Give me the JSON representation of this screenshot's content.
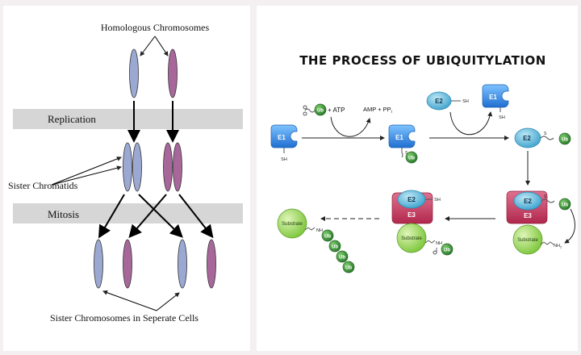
{
  "meiosis": {
    "title": "Homologous Chromosomes",
    "replication_label": "Replication",
    "sister_chromatids_label": "Sister Chromatids",
    "mitosis_label": "Mitosis",
    "bottom_label": "Sister Chromosomes in Seperate Cells",
    "colors": {
      "blue": "#9ba9d2",
      "purple": "#a8679b",
      "band": "#d6d6d6"
    }
  },
  "ubiquitylation": {
    "title": "THE PROCESS OF UBIQUITYLATION",
    "atp_label": "+ ATP",
    "amp_label": "AMP + PP",
    "amp_sub": "i",
    "ub": "Ub",
    "e1": "E1",
    "e2": "E2",
    "e3": "E3",
    "sh": "SH",
    "substrate": "Substrate",
    "nh": "NH",
    "nh2": "NH",
    "nh2_sub": "2",
    "s": "S",
    "colors": {
      "e1": "#2f8fe0",
      "e2": "#4fb3d9",
      "e3": "#c4345a",
      "ub": "#3a8c3a",
      "substrate": "#8fd448"
    }
  }
}
